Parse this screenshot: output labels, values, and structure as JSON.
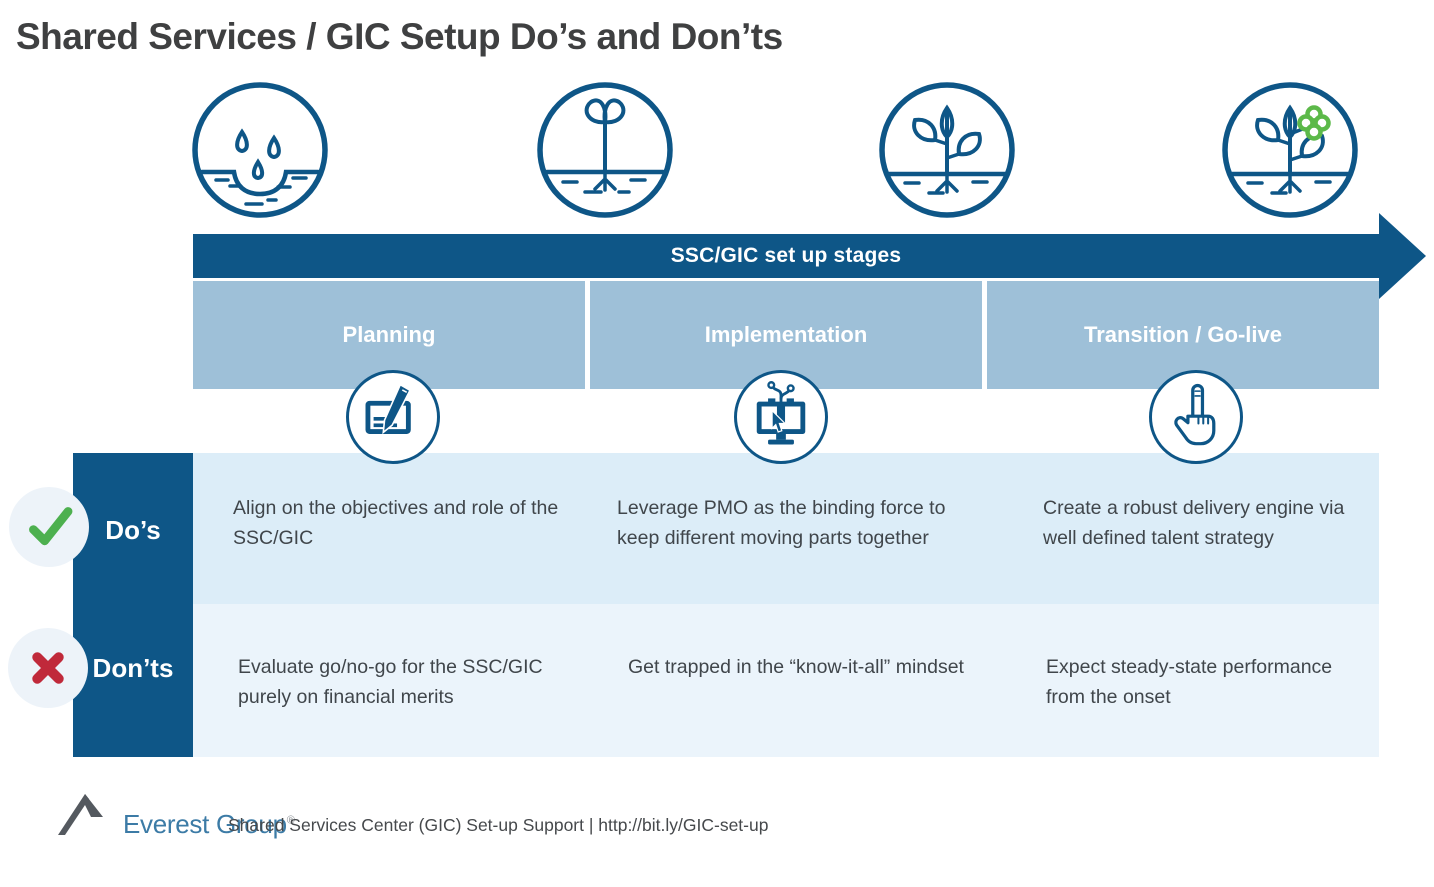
{
  "title": "Shared Services / GIC Setup Do’s and Don’ts",
  "banner": {
    "label": "SSC/GIC set up stages"
  },
  "stages": [
    {
      "label": "Planning",
      "icon": "clipboard-pen-icon"
    },
    {
      "label": "Implementation",
      "icon": "monitor-cursor-icon"
    },
    {
      "label": "Transition / Go-live",
      "icon": "pointing-hand-icon"
    }
  ],
  "growth_icons": [
    {
      "name": "seeds-in-soil-icon"
    },
    {
      "name": "sprout-icon"
    },
    {
      "name": "sapling-icon"
    },
    {
      "name": "flowering-plant-icon"
    }
  ],
  "rows": {
    "dos": {
      "label": "Do’s",
      "badge_icon": "check-icon",
      "items": [
        "Align on the objectives and role of the SSC/GIC",
        "Leverage PMO as the binding force to keep different moving parts together",
        "Create a robust delivery engine via well defined talent strategy"
      ]
    },
    "donts": {
      "label": "Don’ts",
      "badge_icon": "cross-icon",
      "items": [
        "Evaluate go/no-go for the SSC/GIC purely on financial merits",
        "Get trapped in the “know-it-all” mindset",
        "Expect steady-state performance from the onset"
      ]
    }
  },
  "footer": {
    "logo_text": "Everest Group",
    "registered_mark": "®",
    "caption": "Shared Services Center (GIC) Set-up Support | http://bit.ly/GIC-set-up"
  },
  "colors": {
    "primary_blue": "#0e5687",
    "stage_band_blue": "#9ec0d8",
    "dos_row_bg": "#dcedf8",
    "donts_row_bg": "#ebf4fb",
    "badge_bg": "#edf3f9",
    "check_green": "#4db04f",
    "cross_red": "#c0293a",
    "flower_green": "#5cb949",
    "title_gray": "#3f4041",
    "body_gray": "#40464b",
    "logo_blue": "#3c7ba6",
    "logo_gray": "#54595f"
  }
}
